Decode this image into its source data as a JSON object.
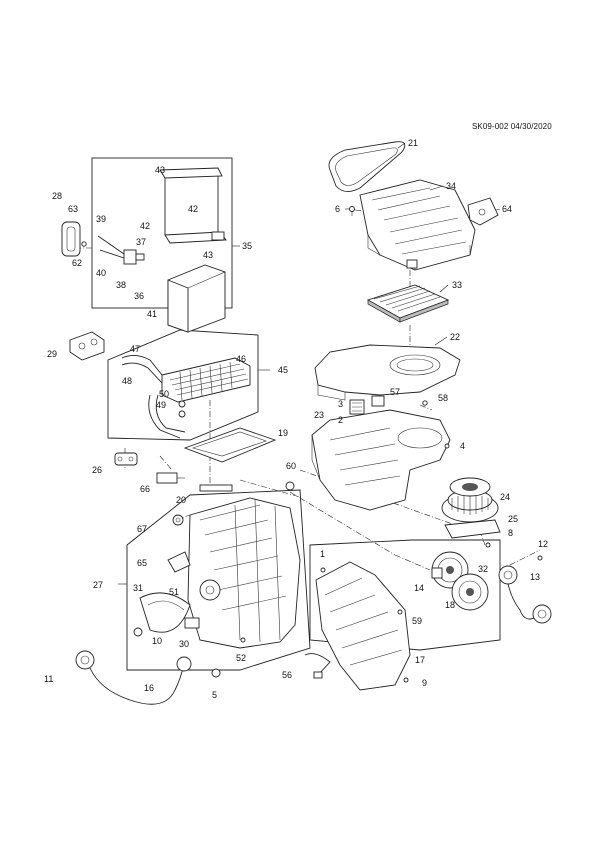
{
  "reference": "SK09-002 04/30/2020",
  "labels": {
    "p1": "1",
    "p2": "2",
    "p3": "3",
    "p4": "4",
    "p5": "5",
    "p6": "6",
    "p8": "8",
    "p9": "9",
    "p10": "10",
    "p11": "11",
    "p12": "12",
    "p13": "13",
    "p14": "14",
    "p16": "16",
    "p17": "17",
    "p18": "18",
    "p19": "19",
    "p20": "20",
    "p21": "21",
    "p22": "22",
    "p23": "23",
    "p24": "24",
    "p25": "25",
    "p26": "26",
    "p27": "27",
    "p28": "28",
    "p29": "29",
    "p30": "30",
    "p31": "31",
    "p32": "32",
    "p33": "33",
    "p34": "34",
    "p35": "35",
    "p36": "36",
    "p37": "37",
    "p38": "38",
    "p39": "39",
    "p40": "40",
    "p41": "41",
    "p42a": "42",
    "p42b": "42",
    "p43a": "43",
    "p43b": "43",
    "p45": "45",
    "p46": "46",
    "p47": "47",
    "p48": "48",
    "p49": "49",
    "p50": "50",
    "p51": "51",
    "p52": "52",
    "p56": "56",
    "p57": "57",
    "p58": "58",
    "p59": "59",
    "p60": "60",
    "p62": "62",
    "p63": "63",
    "p64": "64",
    "p65": "65",
    "p66": "66",
    "p67": "67"
  }
}
